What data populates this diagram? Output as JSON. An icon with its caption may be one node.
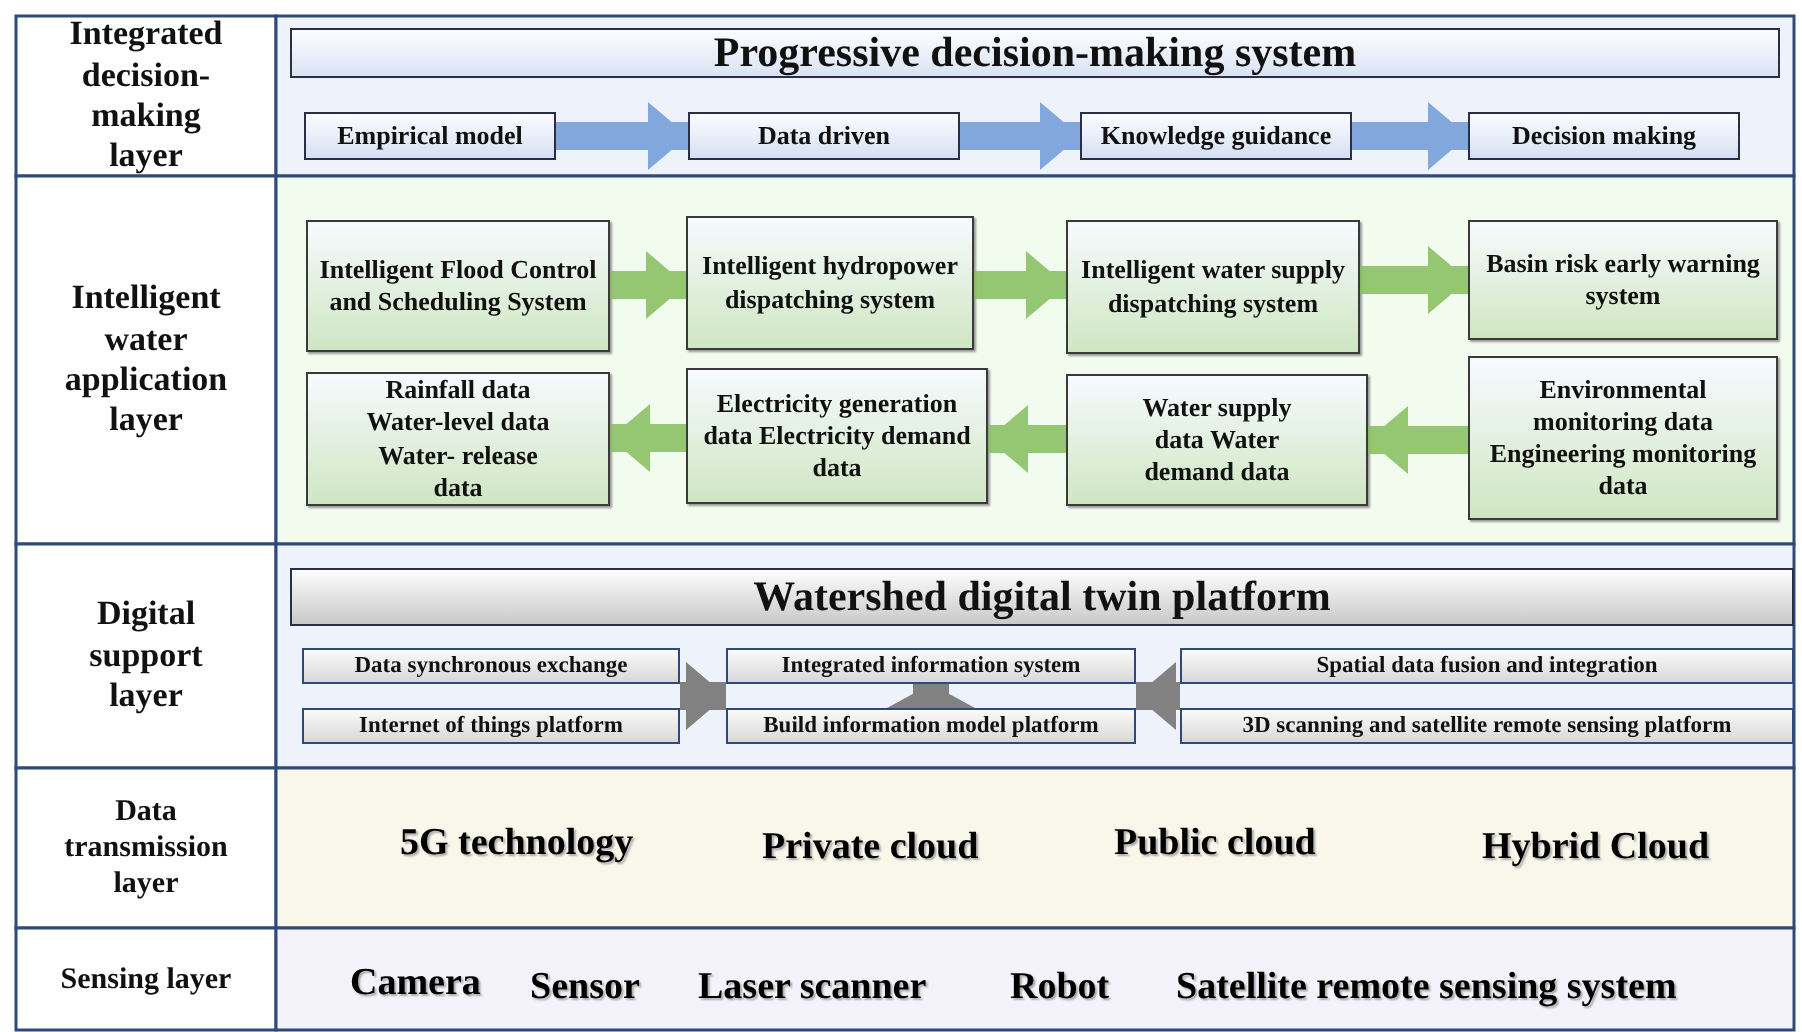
{
  "diagram": {
    "nodes": [
      {
        "text": [
          "Integrated decision-making layer"
        ]
      },
      {
        "text": [
          "Progressive decision-making system"
        ]
      },
      {
        "text": [
          "Empirical model"
        ]
      },
      {
        "text": [
          "Data driven"
        ]
      },
      {
        "text": [
          "Knowledge guidance"
        ]
      },
      {
        "text": [
          "Decision making"
        ]
      },
      {
        "text": [
          "Intelligent water application layer"
        ]
      },
      {
        "text": [
          "Intelligent Flood Control and Scheduling System"
        ]
      },
      {
        "text": [
          "Intelligent hydropower dispatching system"
        ]
      },
      {
        "text": [
          "Intelligent water supply dispatching system"
        ]
      },
      {
        "text": [
          "Basin risk early warning system"
        ]
      },
      {
        "text": [
          "Rainfall data Water-level data Water- release data"
        ]
      },
      {
        "text": [
          "Electricity generation data Electricity demand data"
        ]
      },
      {
        "text": [
          "Water supply data Water demand data"
        ]
      },
      {
        "text": [
          "Environmental monitoring data Engineering monitoring data"
        ]
      },
      {
        "text": [
          "Digital support layer"
        ]
      },
      {
        "text": [
          "Watershed digital twin platform"
        ]
      },
      {
        "text": [
          "Data synchronous exchange"
        ]
      },
      {
        "text": [
          "Internet of things platform"
        ]
      },
      {
        "text": [
          "Integrated information system"
        ]
      },
      {
        "text": [
          "Build information model platform"
        ]
      },
      {
        "text": [
          "Spatial data fusion and integration"
        ]
      },
      {
        "text": [
          "3D scanning and satellite remote sensing platform"
        ]
      },
      {
        "text": [
          "Data transmission layer"
        ]
      },
      {
        "text": [
          "Sensing layer"
        ]
      }
    ],
    "edges": [
      {
        "from": 2,
        "to": 3,
        "arrow": "to",
        "color": "#6f9bd8"
      },
      {
        "from": 3,
        "to": 4,
        "arrow": "to",
        "color": "#6f9bd8"
      },
      {
        "from": 4,
        "to": 5,
        "arrow": "to",
        "color": "#6f9bd8"
      },
      {
        "from": 7,
        "to": 8,
        "arrow": "to",
        "color": "#86be5e"
      },
      {
        "from": 8,
        "to": 9,
        "arrow": "to",
        "color": "#86be5e"
      },
      {
        "from": 9,
        "to": 10,
        "arrow": "to",
        "color": "#86be5e"
      },
      {
        "from": 14,
        "to": 13,
        "arrow": "to",
        "color": "#86be5e"
      },
      {
        "from": 13,
        "to": 12,
        "arrow": "to",
        "color": "#86be5e"
      },
      {
        "from": 12,
        "to": 11,
        "arrow": "to",
        "color": "#86be5e"
      },
      {
        "from": 17,
        "to": 19,
        "arrow": "to",
        "color": "#6e6e6e"
      },
      {
        "from": 20,
        "to": 19,
        "arrow": "to",
        "color": "#6e6e6e"
      },
      {
        "from": 21,
        "to": 19,
        "arrow": "to",
        "color": "#6e6e6e"
      }
    ],
    "labels": [
      "5G technology",
      "Private cloud",
      "Public cloud",
      "Hybrid Cloud",
      "Camera",
      "Sensor",
      "Laser scanner",
      "Robot",
      "Satellite remote sensing system"
    ]
  }
}
